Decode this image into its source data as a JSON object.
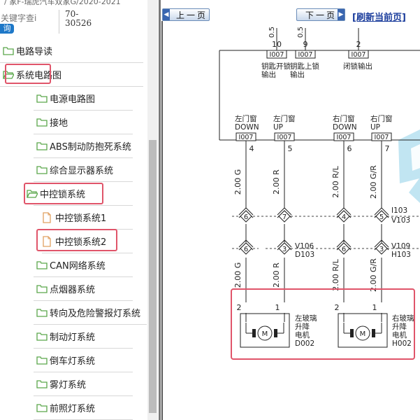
{
  "window": {
    "title_strip": "/ 家F-瑞虎汽车双家G/2020-2021"
  },
  "search": {
    "placeholder": "关键字查i",
    "button_label": "询",
    "code_line1": "70-",
    "code_line2": "30526"
  },
  "tree": {
    "items": [
      {
        "label": "电路导读",
        "icon": "folder-icon"
      },
      {
        "label": "系统电路图",
        "icon": "folder-open-icon"
      },
      {
        "label": "电源电路图",
        "icon": "folder-icon"
      },
      {
        "label": "接地",
        "icon": "folder-icon"
      },
      {
        "label": "ABS制动防抱死系统",
        "icon": "folder-icon"
      },
      {
        "label": "综合显示器系统",
        "icon": "folder-icon"
      },
      {
        "label": "中控锁系统",
        "icon": "folder-open-icon"
      },
      {
        "label": "中控锁系统1",
        "icon": "document-icon"
      },
      {
        "label": "中控锁系统2",
        "icon": "document-icon"
      },
      {
        "label": "CAN网络系统",
        "icon": "folder-icon"
      },
      {
        "label": "点烟器系统",
        "icon": "folder-icon"
      },
      {
        "label": "转向及危险警报灯系统",
        "icon": "folder-icon"
      },
      {
        "label": "制动灯系统",
        "icon": "folder-icon"
      },
      {
        "label": "倒车灯系统",
        "icon": "folder-icon"
      },
      {
        "label": "雾灯系统",
        "icon": "folder-icon"
      },
      {
        "label": "前照灯系统",
        "icon": "folder-icon"
      }
    ]
  },
  "nav": {
    "prev_label": "上一页",
    "next_label": "下一页",
    "refresh_label": "[刷新当前页]"
  },
  "diagram": {
    "top_labels": [
      {
        "pin": "10",
        "conn": "I007",
        "line1": "钥匙开锁",
        "line2": "输出"
      },
      {
        "pin": "9",
        "conn": "I007",
        "line1": "钥匙上锁",
        "line2": "输出"
      },
      {
        "pin": "2",
        "conn": "I007",
        "line1": "闭锁输出",
        "line2": ""
      }
    ],
    "top_wire_partial": [
      "0.5",
      "0.5"
    ],
    "channels": [
      {
        "label1": "左门窗",
        "label2": "DOWN",
        "conn": "I007",
        "pin": "4",
        "wire_upper": "2.00 G",
        "conn_a": "6",
        "conn_b": "6",
        "wire_lower": "2.00 G",
        "motor_pin": "2"
      },
      {
        "label1": "左门窗",
        "label2": "UP",
        "conn": "I007",
        "pin": "5",
        "wire_upper": "2.00 R",
        "conn_a": "7",
        "conn_b": "3",
        "wire_lower": "2.00 R",
        "motor_pin": "1"
      },
      {
        "label1": "右门窗",
        "label2": "DOWN",
        "conn": "I007",
        "pin": "6",
        "wire_upper": "2.00 R/L",
        "conn_a": "4",
        "conn_b": "6",
        "wire_lower": "2.00 R/L",
        "motor_pin": "2"
      },
      {
        "label1": "右门窗",
        "label2": "UP",
        "conn": "I007",
        "pin": "7",
        "wire_upper": "2.00 G/R",
        "conn_a": "5",
        "conn_b": "3",
        "wire_lower": "2.00 G/R",
        "motor_pin": "1"
      }
    ],
    "connector_labels": {
      "upper_right": [
        "I103",
        "V103"
      ],
      "lower_left": [
        "V106",
        "D103"
      ],
      "lower_right": [
        "V109",
        "H103"
      ]
    },
    "motors": [
      {
        "symbol": "M",
        "line1": "左玻璃",
        "line2": "升降",
        "line3": "电机",
        "code": "D002"
      },
      {
        "symbol": "M",
        "line1": "右玻璃",
        "line2": "升降",
        "line3": "电机",
        "code": "H002"
      }
    ],
    "colors": {
      "highlight": "#e0556a",
      "folder": "#5aa64a",
      "document": "#e0a060",
      "link": "#1a3c9c"
    }
  }
}
